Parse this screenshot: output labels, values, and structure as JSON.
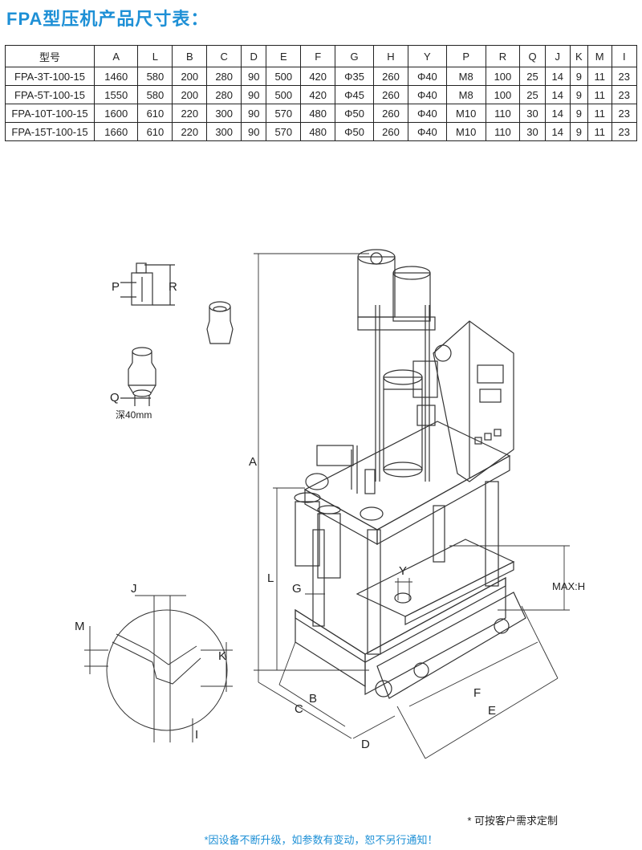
{
  "title": "FPA型压机产品尺寸表：",
  "table": {
    "headers": [
      "型号",
      "A",
      "L",
      "B",
      "C",
      "D",
      "E",
      "F",
      "G",
      "H",
      "Y",
      "P",
      "R",
      "Q",
      "J",
      "K",
      "M",
      "I"
    ],
    "rows": [
      [
        "FPA-3T-100-15",
        "1460",
        "580",
        "200",
        "280",
        "90",
        "500",
        "420",
        "Φ35",
        "260",
        "Φ40",
        "M8",
        "100",
        "25",
        "14",
        "9",
        "11",
        "23"
      ],
      [
        "FPA-5T-100-15",
        "1550",
        "580",
        "200",
        "280",
        "90",
        "500",
        "420",
        "Φ45",
        "260",
        "Φ40",
        "M8",
        "100",
        "25",
        "14",
        "9",
        "11",
        "23"
      ],
      [
        "FPA-10T-100-15",
        "1600",
        "610",
        "220",
        "300",
        "90",
        "570",
        "480",
        "Φ50",
        "260",
        "Φ40",
        "M10",
        "110",
        "30",
        "14",
        "9",
        "11",
        "23"
      ],
      [
        "FPA-15T-100-15",
        "1660",
        "610",
        "220",
        "300",
        "90",
        "570",
        "480",
        "Φ50",
        "260",
        "Φ40",
        "M10",
        "110",
        "30",
        "14",
        "9",
        "11",
        "23"
      ]
    ]
  },
  "drawing_labels": {
    "A": "A",
    "L": "L",
    "B": "B",
    "C": "C",
    "D": "D",
    "E": "E",
    "F": "F",
    "G": "G",
    "Y": "Y",
    "H": "MAX:H",
    "P": "P",
    "R": "R",
    "Q": "Q",
    "J": "J",
    "K": "K",
    "M": "M",
    "I": "I",
    "depth": "深40mm"
  },
  "note": "* 可按客户需求定制",
  "footer": "*因设备不断升级，如参数有变动，恕不另行通知！"
}
